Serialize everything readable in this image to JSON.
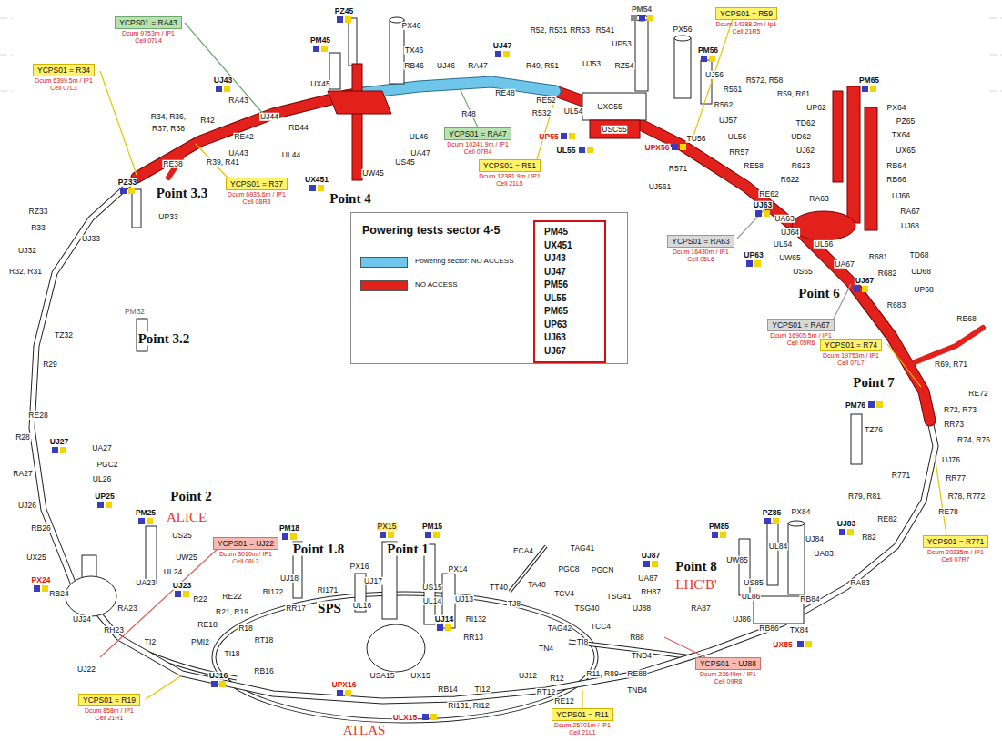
{
  "diagram": {
    "nodes": [
      {
        "text": [
          "Powering tests sector 4-5"
        ]
      },
      {
        "text": [
          "PM45",
          "UX451",
          "UJ43",
          "UJ47",
          "PM56",
          "UL55",
          "PM65",
          "UP63",
          "UJ63",
          "UJ67"
        ],
        "in": 0
      },
      {
        "text": [
          "YCPS01 = RA43",
          "Dcum 9753m / IP1 Cell 07L4"
        ]
      },
      {
        "text": [
          "YCPS01 = R34",
          "Dcum 6399.5m / IP1 Cell 07L3"
        ]
      },
      {
        "text": [
          "YCPS01 = R37",
          "Dcum 6935.6m / IP1 Cell 08R3"
        ]
      },
      {
        "text": [
          "YCPS01 = RA47",
          "Dcum 10241.9m / IP1 Cell 07R4"
        ]
      },
      {
        "text": [
          "YCPS01 = R51",
          "Dcum 12381.9m / IP1 Cell 21L5"
        ]
      },
      {
        "text": [
          "YCPS01 = R59",
          "Dcum 14288.2m / Ip1 Cell 21R5"
        ]
      },
      {
        "text": [
          "YCPS01 = RA63",
          "Dcum 16430m / IP1 Cell 05L6"
        ]
      },
      {
        "text": [
          "YCPS01 = RA67",
          "Dcum 16905.5m / IP1 Cell 05R6"
        ]
      },
      {
        "text": [
          "YCPS01 = R74",
          "Dcum 19753m / IP1 Cell 07L7"
        ]
      },
      {
        "text": [
          "YCPS01 = R771",
          "Dcum 20235m / IP1 Cell 07R7"
        ]
      },
      {
        "text": [
          "YCPS01 = UJ88",
          "Dcum 23649m / IP1 Cell 09R8"
        ]
      },
      {
        "text": [
          "YCPS01 = R11",
          "Dcum 25701m / IP1 Cell 21L1"
        ]
      },
      {
        "text": [
          "YCPS01 = R19",
          "Dcum 858m / IP1 Cell 21R1"
        ]
      },
      {
        "text": [
          "YCPS01 = UJ22",
          "Dcum 3010m / IP1 Cell 08L2"
        ]
      }
    ],
    "labels": [
      "PZ45",
      "PX46",
      "TX46",
      "PM45",
      "UX45",
      "UJ43",
      "RA43",
      "UJ44",
      "RB44",
      "R42",
      "RE42",
      "UA43",
      "R34, R36,",
      "R37, R38",
      "RE38",
      "R39, R41",
      "UL44",
      "UX451",
      "UW45",
      "Point 4",
      "US45",
      "UL46",
      "UA47",
      "RB46",
      "UJ46",
      "RA47",
      "UJ47",
      "R49, R51",
      "R52, R531",
      "RR53",
      "R541",
      "UP53",
      "PM54",
      "PX56",
      "PM56",
      "R48",
      "RE48",
      "RE52",
      "UJ53",
      "RZ54",
      "UL54",
      "R532",
      "UP55",
      "UL55",
      "UXC55",
      "USC55",
      "UPX56",
      "TU56",
      "UJ561",
      "R571",
      "UJ56",
      "UL56",
      "R561",
      "R562",
      "UJ57",
      "R572, R58",
      "RR57",
      "RE58",
      "R59, R61",
      "UP62",
      "TD62",
      "UD62",
      "UJ62",
      "R623",
      "R622",
      "RE62",
      "PM65",
      "PX64",
      "PZ65",
      "TX64",
      "UX65",
      "RB64",
      "RB66",
      "UJ66",
      "RA67",
      "UJ68",
      "TD68",
      "UD68",
      "UP68",
      "R681",
      "R682",
      "R683",
      "RE68",
      "RA63",
      "UJ63",
      "UA63",
      "UJ64",
      "UL64",
      "UP63",
      "UW65",
      "US65",
      "UL66",
      "UA67",
      "UJ67",
      "Point 6",
      "R69, R71",
      "RE72",
      "R72, R73",
      "RR73",
      "R74, R76",
      "Point 7",
      "PM76",
      "TZ76",
      "UJ76",
      "RR77",
      "R771",
      "R78, R772",
      "RE78",
      "R79, R81",
      "RE82",
      "R82",
      "PZ85",
      "PX84",
      "PM85",
      "UJ83",
      "UJ84",
      "UA83",
      "UL84",
      "UW85",
      "Point 8",
      "LHC'B'",
      "US85",
      "UL86",
      "UJ86",
      "RA83",
      "RB84",
      "TX84",
      "RB86",
      "UX85",
      "RA87",
      "UA87",
      "RH87",
      "UJ87",
      "UJ88",
      "R88",
      "TND4",
      "RE88",
      "TNB4",
      "SPS",
      "Point 1.8",
      "Point 1",
      "PM15",
      "PX15",
      "PX14",
      "PM18",
      "PX16",
      "UJ17",
      "UJ18",
      "RI172",
      "RR17",
      "RI171",
      "UL16",
      "US15",
      "UL14",
      "UJ13",
      "RI132",
      "UJ14",
      "RR13",
      "USA15",
      "UX15",
      "RB14",
      "TI12",
      "RI131, RI12",
      "UJ12",
      "R12",
      "RT12",
      "RE12",
      "R11, R89",
      "TI8",
      "TN4",
      "TAG42",
      "TCC4",
      "TSG40",
      "TSG41",
      "TCV4",
      "ECA4",
      "TAG41",
      "PGC8",
      "PGCN",
      "TA40",
      "TT40",
      "TJ8",
      "UPX16",
      "ULX15",
      "ATLAS",
      "UJ16",
      "TI18",
      "RB16",
      "RT18",
      "PMI2",
      "R18",
      "RE18",
      "R21, R19",
      "R22",
      "RE22",
      "UJ23",
      "Point 2",
      "ALICE",
      "PM25",
      "UJ27",
      "UA27",
      "PGC2",
      "UL26",
      "UP25",
      "US25",
      "UW25",
      "UL24",
      "UA23",
      "RA27",
      "UJ26",
      "RB26",
      "UX25",
      "PX24",
      "RB24",
      "UJ24",
      "RA23",
      "RH23",
      "UJ22",
      "TI2",
      "R29",
      "RE28",
      "R28",
      "R32, R31",
      "UJ32",
      "UJ33",
      "TZ32",
      "PM32",
      "Point 3.2",
      "RZ33",
      "R33",
      "PZ33",
      "UP33",
      "Point 3.3"
    ],
    "legend": [
      {
        "text": "Powering sector: NO ACCESS",
        "color": "#6ec6ea"
      },
      {
        "text": "NO ACCESS",
        "color": "#e3211c"
      }
    ]
  }
}
